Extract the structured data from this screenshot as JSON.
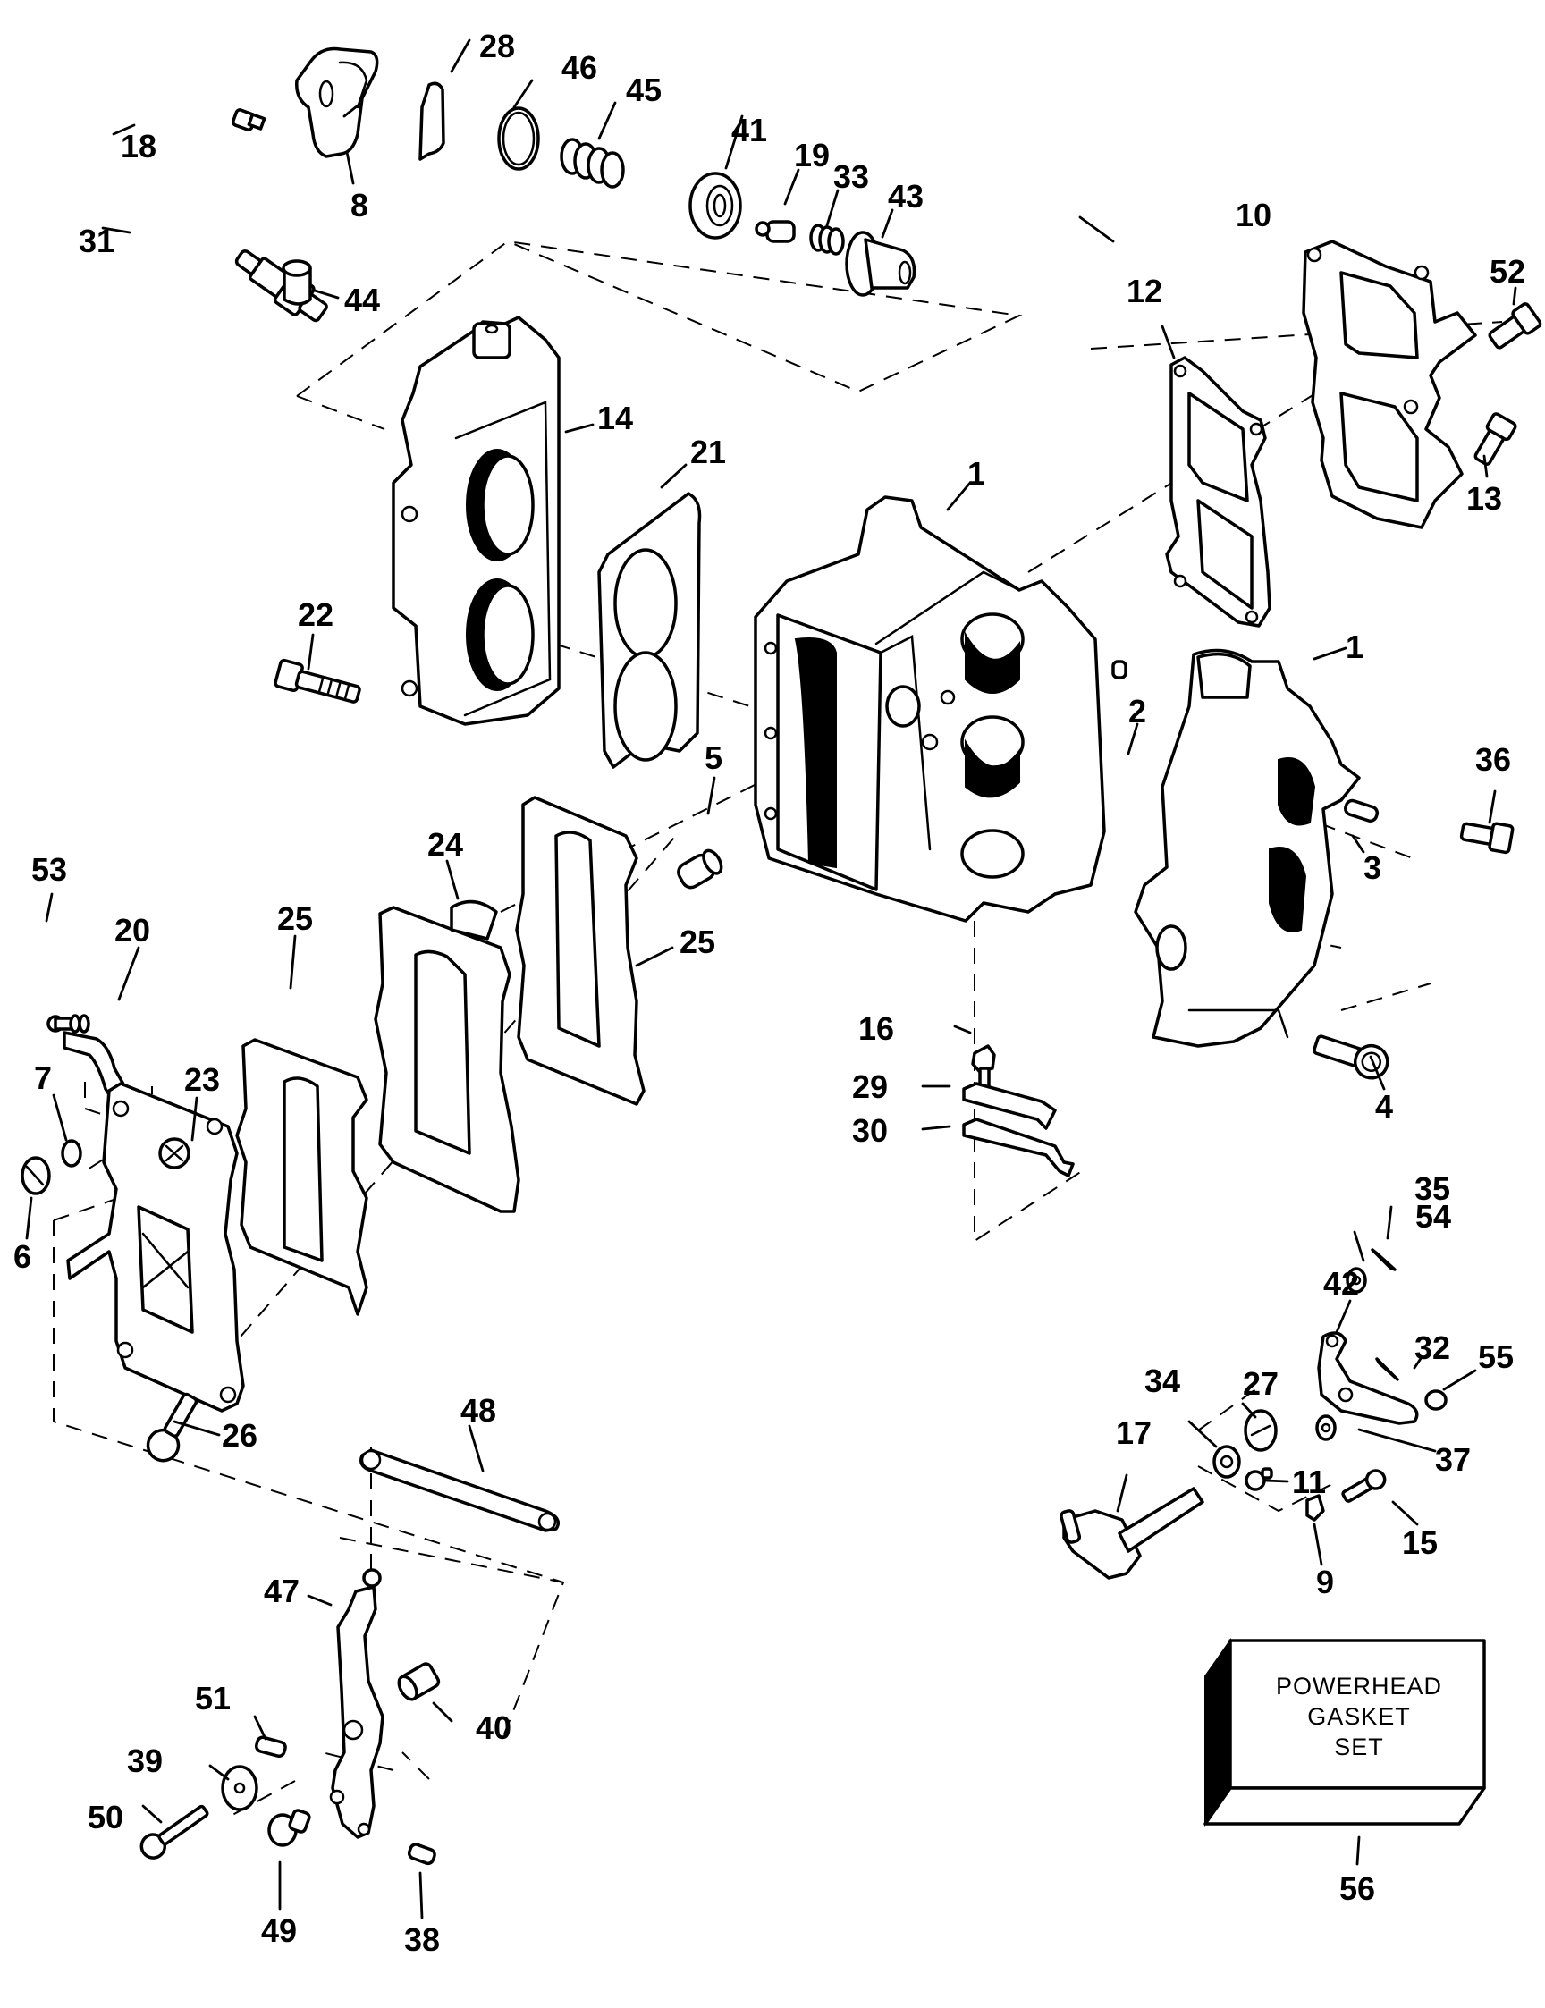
{
  "diagram": {
    "title": "Powerhead exploded parts diagram",
    "kit_box": {
      "callout": "56",
      "lines": [
        "POWERHEAD",
        "GASKET",
        "SET"
      ]
    },
    "callouts": [
      {
        "id": "1a",
        "label": "1",
        "part": "crankcase-cylinder-block"
      },
      {
        "id": "1b",
        "label": "1",
        "part": "crankcase-cover"
      },
      {
        "id": "2",
        "label": "2",
        "part": "dowel-pin-small"
      },
      {
        "id": "3",
        "label": "3",
        "part": "dowel-pin"
      },
      {
        "id": "4",
        "label": "4",
        "part": "flange-bolt"
      },
      {
        "id": "5",
        "label": "5",
        "part": "plug-fitting"
      },
      {
        "id": "6",
        "label": "6",
        "part": "drain-plug"
      },
      {
        "id": "7",
        "label": "7",
        "part": "o-ring"
      },
      {
        "id": "8",
        "label": "8",
        "part": "thermostat-cover"
      },
      {
        "id": "9",
        "label": "9",
        "part": "retainer-clip"
      },
      {
        "id": "10",
        "label": "10",
        "part": "intake-manifold"
      },
      {
        "id": "11",
        "label": "11",
        "part": "pin"
      },
      {
        "id": "12",
        "label": "12",
        "part": "manifold-gasket"
      },
      {
        "id": "13",
        "label": "13",
        "part": "screw"
      },
      {
        "id": "14",
        "label": "14",
        "part": "cylinder-head"
      },
      {
        "id": "15",
        "label": "15",
        "part": "screw"
      },
      {
        "id": "16",
        "label": "16",
        "part": "screw"
      },
      {
        "id": "17",
        "label": "17",
        "part": "throttle-cam-shaft"
      },
      {
        "id": "18",
        "label": "18",
        "part": "screw"
      },
      {
        "id": "19",
        "label": "19",
        "part": "valve-fitting"
      },
      {
        "id": "20",
        "label": "20",
        "part": "hose"
      },
      {
        "id": "21",
        "label": "21",
        "part": "head-gasket"
      },
      {
        "id": "22",
        "label": "22",
        "part": "head-bolt"
      },
      {
        "id": "23",
        "label": "23",
        "part": "exhaust-cover"
      },
      {
        "id": "24",
        "label": "24",
        "part": "exhaust-plate"
      },
      {
        "id": "25a",
        "label": "25",
        "part": "exhaust-gasket-outer"
      },
      {
        "id": "25b",
        "label": "25",
        "part": "exhaust-gasket-inner"
      },
      {
        "id": "26",
        "label": "26",
        "part": "screw"
      },
      {
        "id": "27",
        "label": "27",
        "part": "cam"
      },
      {
        "id": "28",
        "label": "28",
        "part": "thermostat-gasket"
      },
      {
        "id": "29",
        "label": "29",
        "part": "bracket"
      },
      {
        "id": "30",
        "label": "30",
        "part": "bracket"
      },
      {
        "id": "31",
        "label": "31",
        "part": "spark-plug"
      },
      {
        "id": "32",
        "label": "32",
        "part": "cotter-pin"
      },
      {
        "id": "33",
        "label": "33",
        "part": "spring"
      },
      {
        "id": "34",
        "label": "34",
        "part": "bushing"
      },
      {
        "id": "35",
        "label": "35",
        "part": "cotter-pin"
      },
      {
        "id": "36",
        "label": "36",
        "part": "bolt"
      },
      {
        "id": "37",
        "label": "37",
        "part": "washer"
      },
      {
        "id": "38",
        "label": "38",
        "part": "set-screw"
      },
      {
        "id": "39",
        "label": "39",
        "part": "washer"
      },
      {
        "id": "40",
        "label": "40",
        "part": "spacer"
      },
      {
        "id": "41",
        "label": "41",
        "part": "grommet"
      },
      {
        "id": "42",
        "label": "42",
        "part": "throttle-lever"
      },
      {
        "id": "43",
        "label": "43",
        "part": "valve-housing"
      },
      {
        "id": "44",
        "label": "44",
        "part": "thermostat"
      },
      {
        "id": "45",
        "label": "45",
        "part": "spring"
      },
      {
        "id": "46",
        "label": "46",
        "part": "seal"
      },
      {
        "id": "47",
        "label": "47",
        "part": "lever-arm"
      },
      {
        "id": "48",
        "label": "48",
        "part": "link-rod"
      },
      {
        "id": "49",
        "label": "49",
        "part": "pin"
      },
      {
        "id": "50",
        "label": "50",
        "part": "bolt"
      },
      {
        "id": "51",
        "label": "51",
        "part": "set-screw"
      },
      {
        "id": "52",
        "label": "52",
        "part": "bolt"
      },
      {
        "id": "53",
        "label": "53",
        "part": "fitting"
      },
      {
        "id": "54",
        "label": "54",
        "part": "washer"
      },
      {
        "id": "55",
        "label": "55",
        "part": "nut"
      },
      {
        "id": "56",
        "label": "56",
        "part": "powerhead-gasket-set"
      }
    ]
  }
}
